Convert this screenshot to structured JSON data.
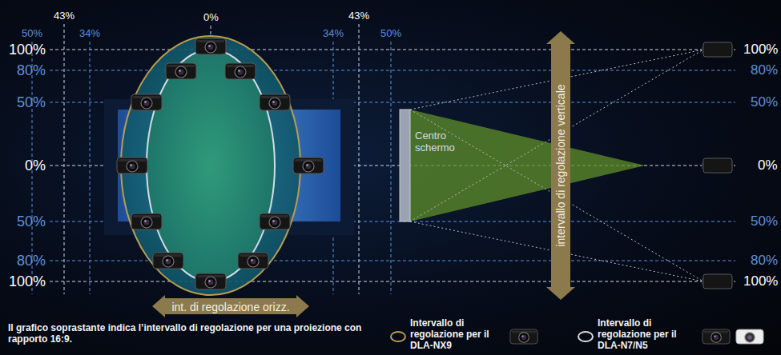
{
  "diagram": {
    "nodes": [
      {
        "text": [
          "int. di regolazione orizz."
        ]
      },
      {
        "text": [
          "intervallo di regolazione verticale"
        ]
      }
    ],
    "labels": [
      "50%",
      "43%",
      "34%",
      "0%",
      "34%",
      "43%",
      "50%",
      "100%",
      "80%",
      "50%",
      "0%",
      "50%",
      "80%",
      "100%",
      "100%",
      "80%",
      "50%",
      "0%",
      "50%",
      "80%",
      "100%",
      "Centro schermo"
    ],
    "caption": "Il grafico soprastante indica l’intervallo di regolazione per una proiezione con rapporto 16:9.",
    "legend": [
      {
        "text": "Intervallo di regolazione per il DLA-NX9"
      },
      {
        "text": "Intervallo di regolazione per il DLA-N7/N5"
      }
    ]
  }
}
